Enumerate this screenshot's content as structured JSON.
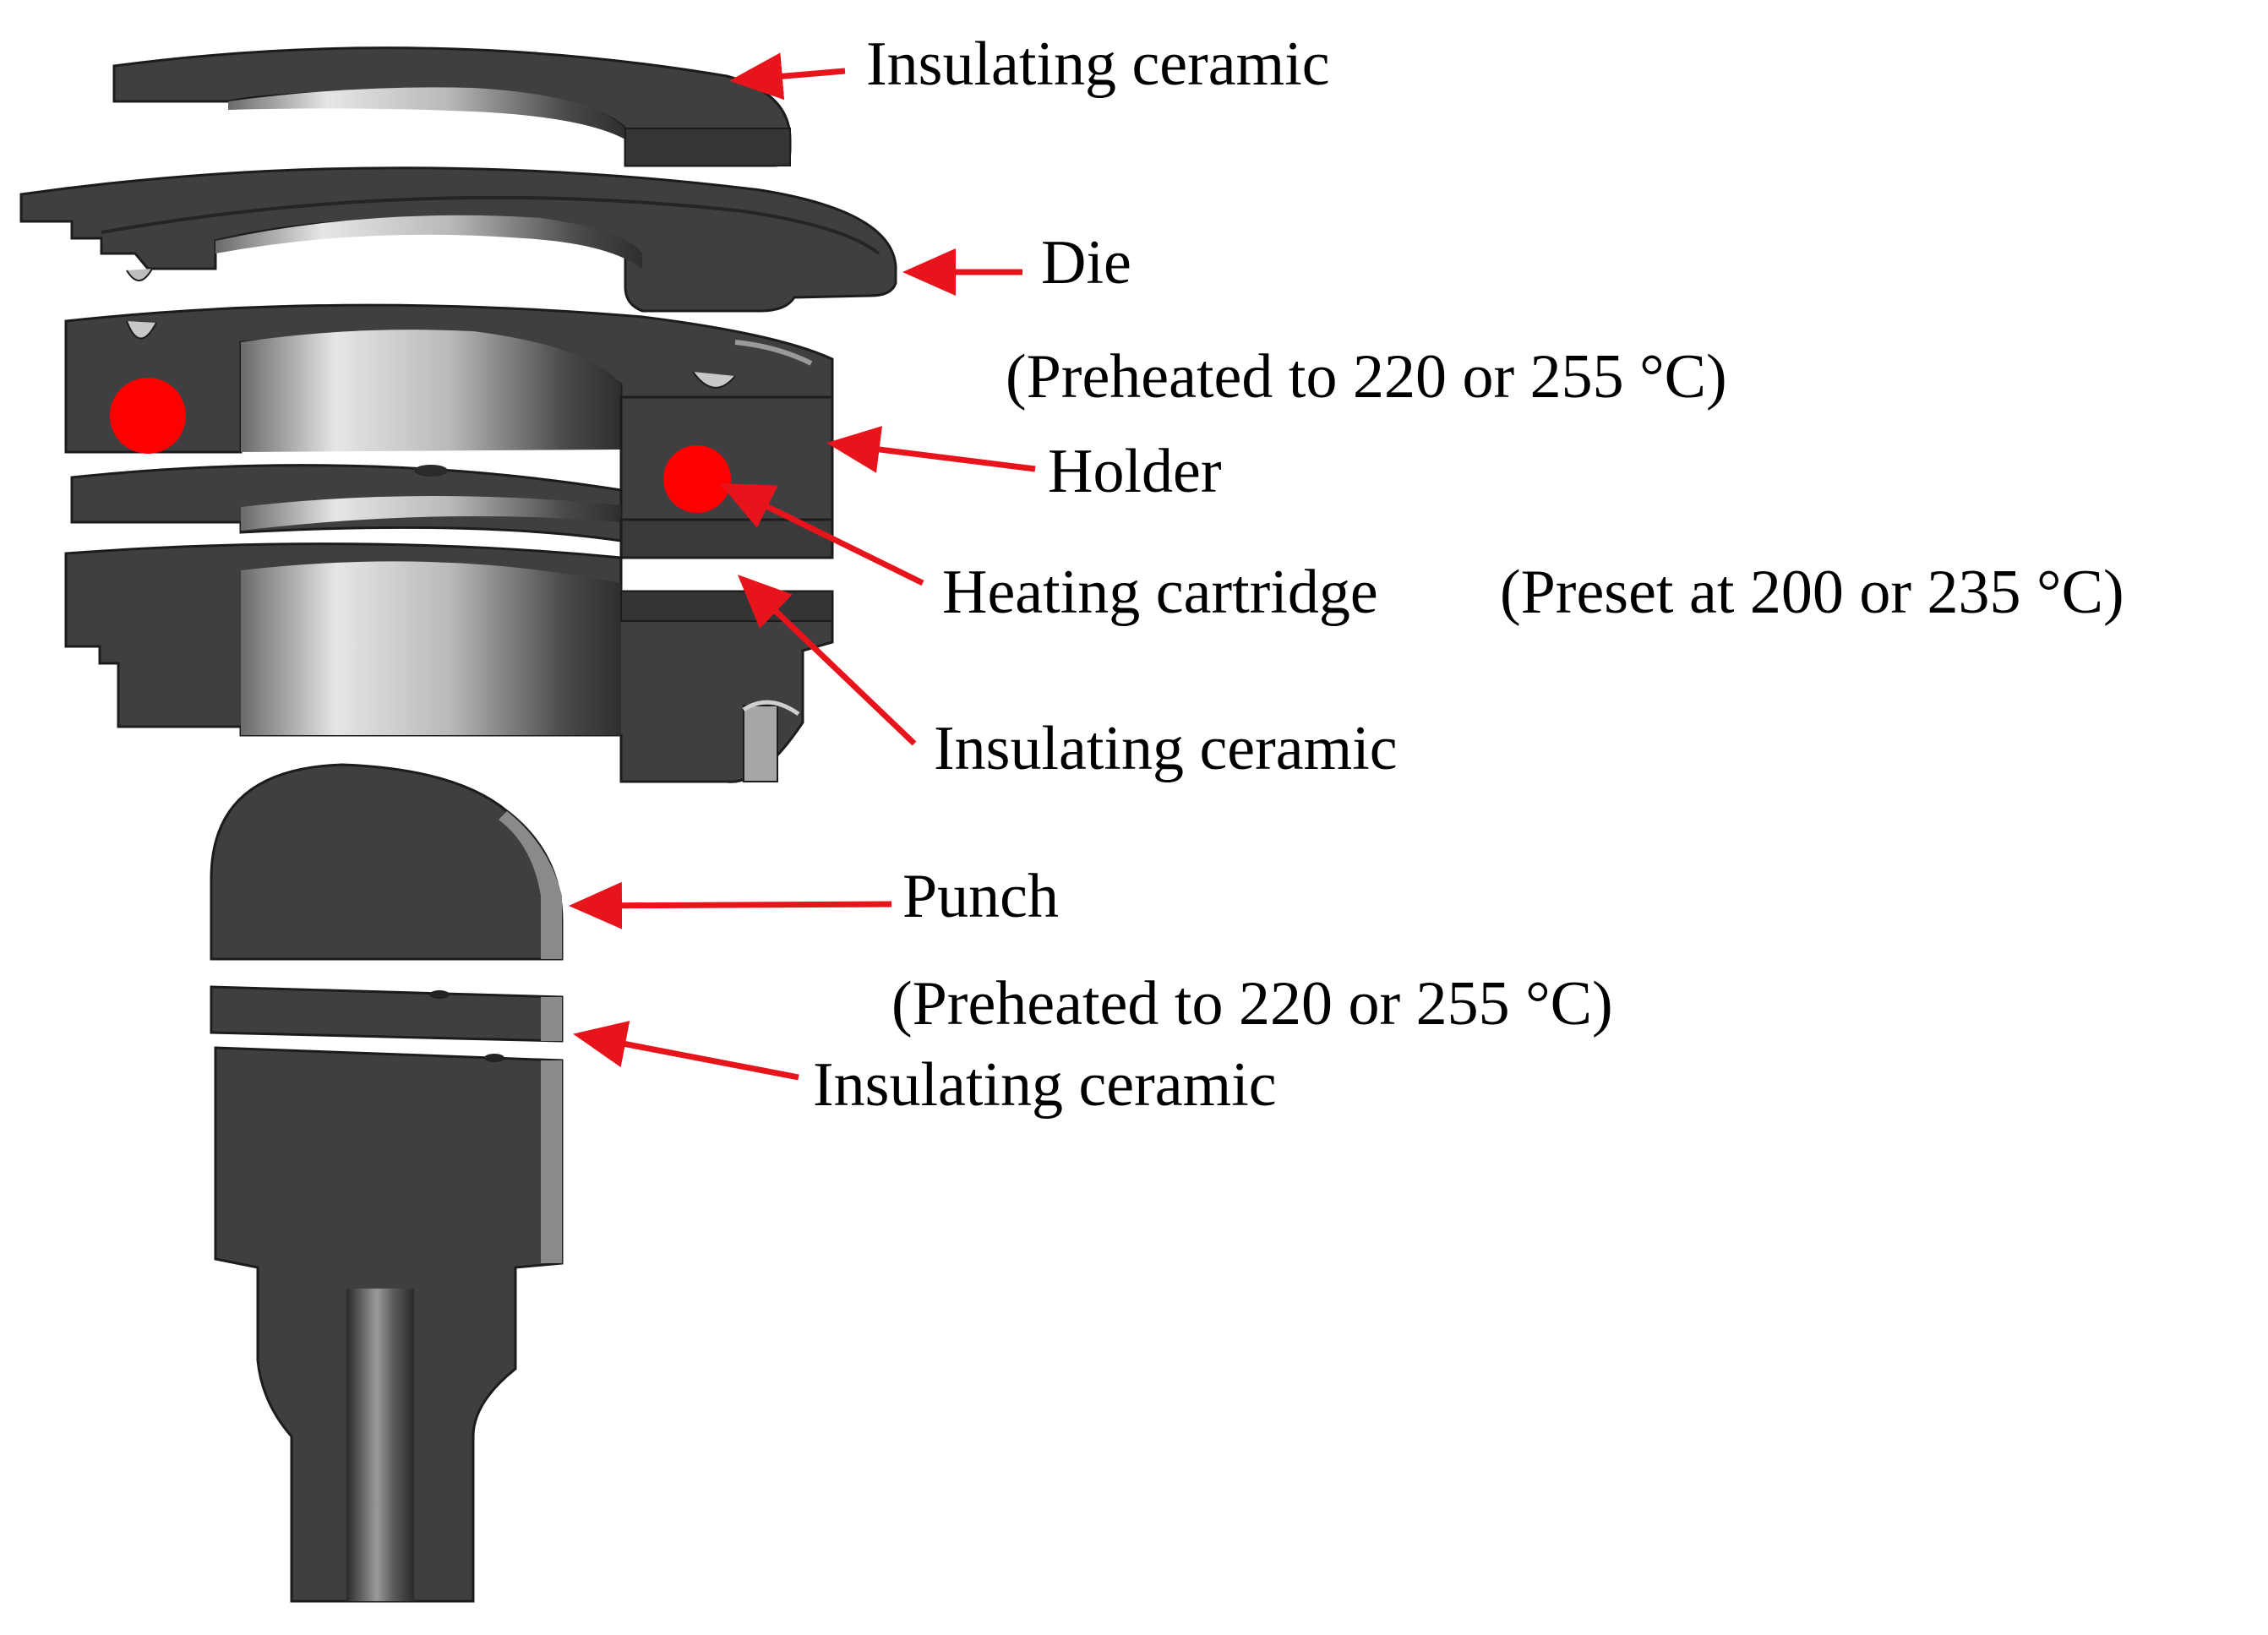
{
  "labels": {
    "top_ceramic": "Insulating ceramic",
    "die": "Die",
    "die_note": "(Preheated to 220 or 255 °C)",
    "holder": "Holder",
    "heating": "Heating cartridge",
    "heating_note": "(Preset at 200 or 235 °C)",
    "lower_ceramic": "Insulating ceramic",
    "punch": "Punch",
    "punch_note": "(Preheated to 220 or 255 °C)",
    "punch_ceramic": "Insulating ceramic"
  },
  "colors": {
    "part_fill": "#3f3f41",
    "part_edge": "#1c1c1e",
    "arrow": "#e8141b",
    "heater_marker": "#ff0000"
  }
}
